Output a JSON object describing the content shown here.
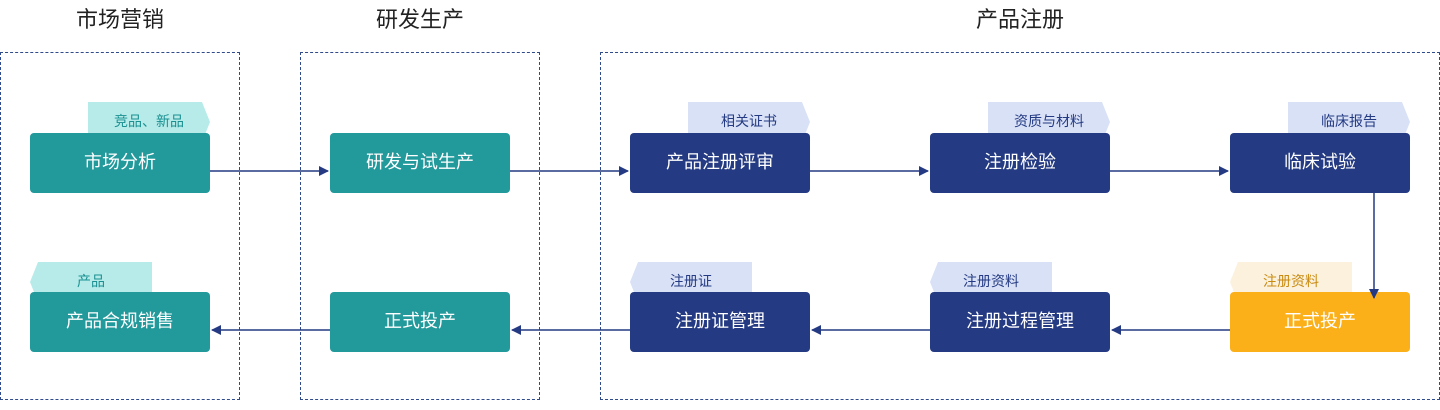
{
  "sections": {
    "marketing": "市场营销",
    "rnd": "研发生产",
    "registration": "产品注册"
  },
  "nodes": {
    "market_analysis": "市场分析",
    "rnd_trial": "研发与试生产",
    "reg_review": "产品注册评审",
    "reg_inspection": "注册检验",
    "clinical_trial": "临床试验",
    "formal_prod_reg": "正式投产",
    "reg_process_mgmt": "注册过程管理",
    "cert_mgmt": "注册证管理",
    "formal_prod": "正式投产",
    "product_sales": "产品合规销售"
  },
  "tags": {
    "market_analysis": "竞品、新品",
    "reg_review": "相关证书",
    "reg_inspection": "资质与材料",
    "clinical_trial": "临床报告",
    "formal_prod_reg": "注册资料",
    "reg_process_mgmt": "注册资料",
    "cert_mgmt": "注册证",
    "product_sales": "产品"
  },
  "colors": {
    "teal": "#22999b",
    "navy": "#243a82",
    "gold": "#fbb01a",
    "border": "#2f4b8c"
  }
}
